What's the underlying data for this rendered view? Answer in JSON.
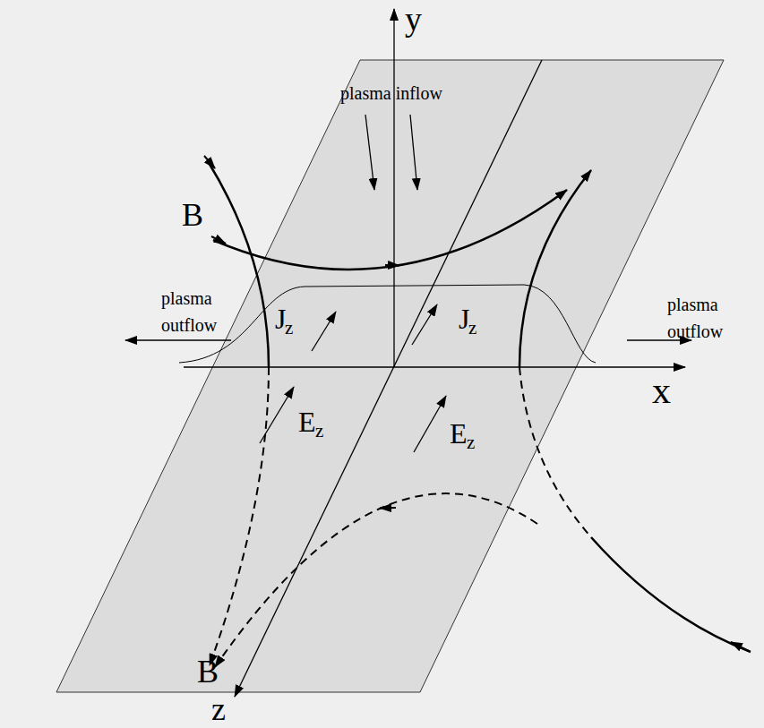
{
  "diagram": {
    "labels": [
      "y",
      "plasma inflow",
      "B",
      "plasma outflow",
      "plasma outflow",
      "J",
      "z",
      "J",
      "z",
      "E",
      "z",
      "E",
      "z",
      "x",
      "B",
      "z"
    ]
  }
}
